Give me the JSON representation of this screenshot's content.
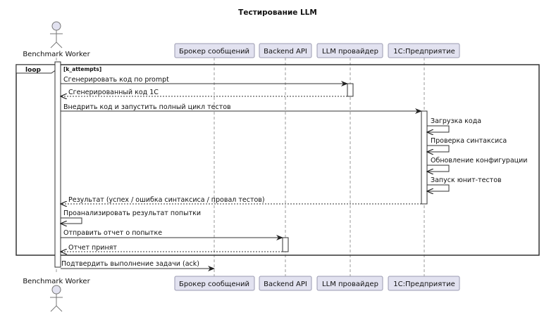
{
  "title": "Тестирование LLM",
  "actor": {
    "label": "Benchmark Worker"
  },
  "participants": [
    {
      "id": "broker",
      "label": "Брокер сообщений"
    },
    {
      "id": "backend",
      "label": "Backend API"
    },
    {
      "id": "llm",
      "label": "LLM провайдер"
    },
    {
      "id": "c1",
      "label": "1С:Предприятие"
    }
  ],
  "loop": {
    "keyword": "loop",
    "condition": "[k_attempts]"
  },
  "messages": [
    {
      "text": "Сгенерировать код по prompt"
    },
    {
      "text": "Сгенерированный код 1С"
    },
    {
      "text": "Внедрить код и запустить полный цикл тестов"
    },
    {
      "text": "Загрузка кода"
    },
    {
      "text": "Проверка синтаксиса"
    },
    {
      "text": "Обновление конфигурации"
    },
    {
      "text": "Запуск юнит-тестов"
    },
    {
      "text": "Результат (успех / ошибка синтаксиса / провал тестов)"
    },
    {
      "text": "Проанализировать результат попытки"
    },
    {
      "text": "Отправить отчет о попытке"
    },
    {
      "text": "Отчет принят"
    },
    {
      "text": "Подтвердить выполнение задачи (ack)"
    }
  ],
  "colors": {
    "participant_fill": "#e2e2f0",
    "participant_border": "#9a9ab0",
    "line": "#333333"
  }
}
